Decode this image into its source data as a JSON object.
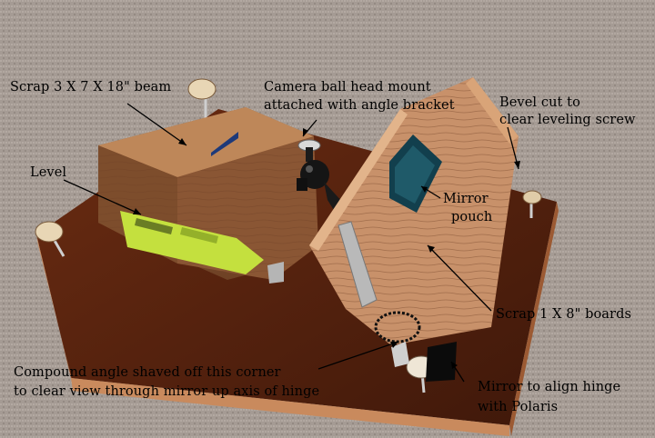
{
  "photo": {
    "colors": {
      "carpet": "#a59b94",
      "base_board": "#5a2410",
      "beam_wood": "#a56e47",
      "boards_wood": "#c48e63",
      "level_green": "#c4e03e",
      "mirror_pouch": "#123f4d",
      "label_text": "#000000"
    }
  },
  "labels": {
    "beam": "Scrap 3 X 7 X 18\"  beam",
    "camera_line1": "Camera ball head mount",
    "camera_line2": "attached with angle bracket",
    "bevel_line1": "Bevel cut to",
    "bevel_line2": "clear leveling screw",
    "level": "Level",
    "mirror_line1": "Mirror",
    "mirror_line2": "pouch",
    "boards": "Scrap 1 X 8\" boards",
    "compound_line1": "Compound angle shaved off this corner",
    "compound_line2": "to clear view through mirror up axis of hinge",
    "polaris_line1": "Mirror to align hinge",
    "polaris_line2": "with  Polaris"
  }
}
